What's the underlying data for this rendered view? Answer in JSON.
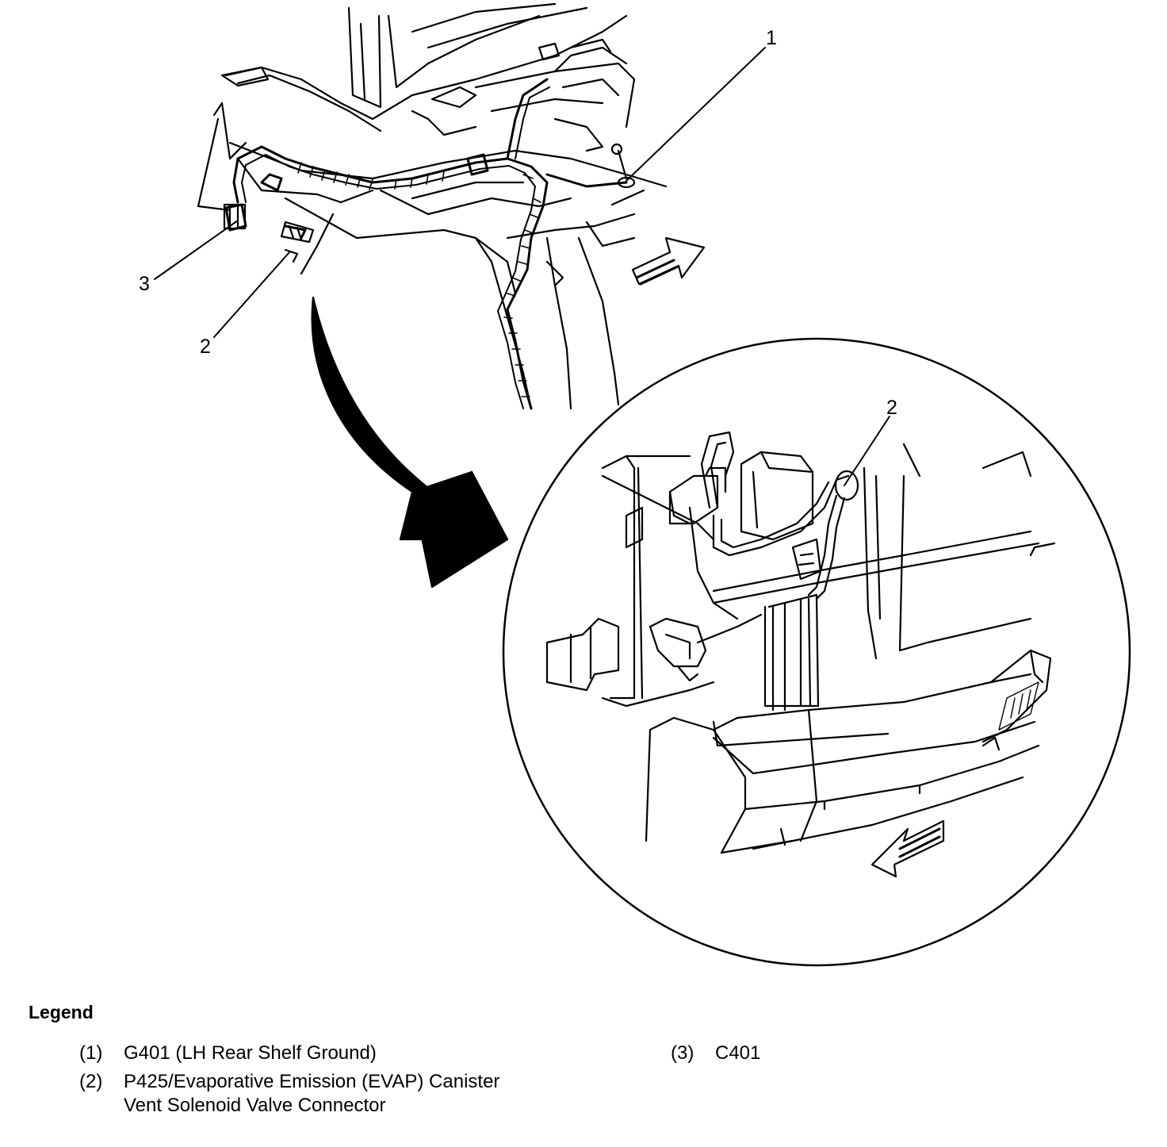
{
  "callouts": {
    "c1": "1",
    "c2_top": "2",
    "c3": "3",
    "c2_detail": "2"
  },
  "legend": {
    "title": "Legend",
    "items": [
      {
        "num": "(1)",
        "line1": "G401 (LH Rear Shelf Ground)",
        "line2": ""
      },
      {
        "num": "(2)",
        "line1": "P425/Evaporative Emission (EVAP) Canister",
        "line2": "Vent Solenoid Valve Connector"
      },
      {
        "num": "(3)",
        "line1": "C401",
        "line2": ""
      }
    ]
  }
}
